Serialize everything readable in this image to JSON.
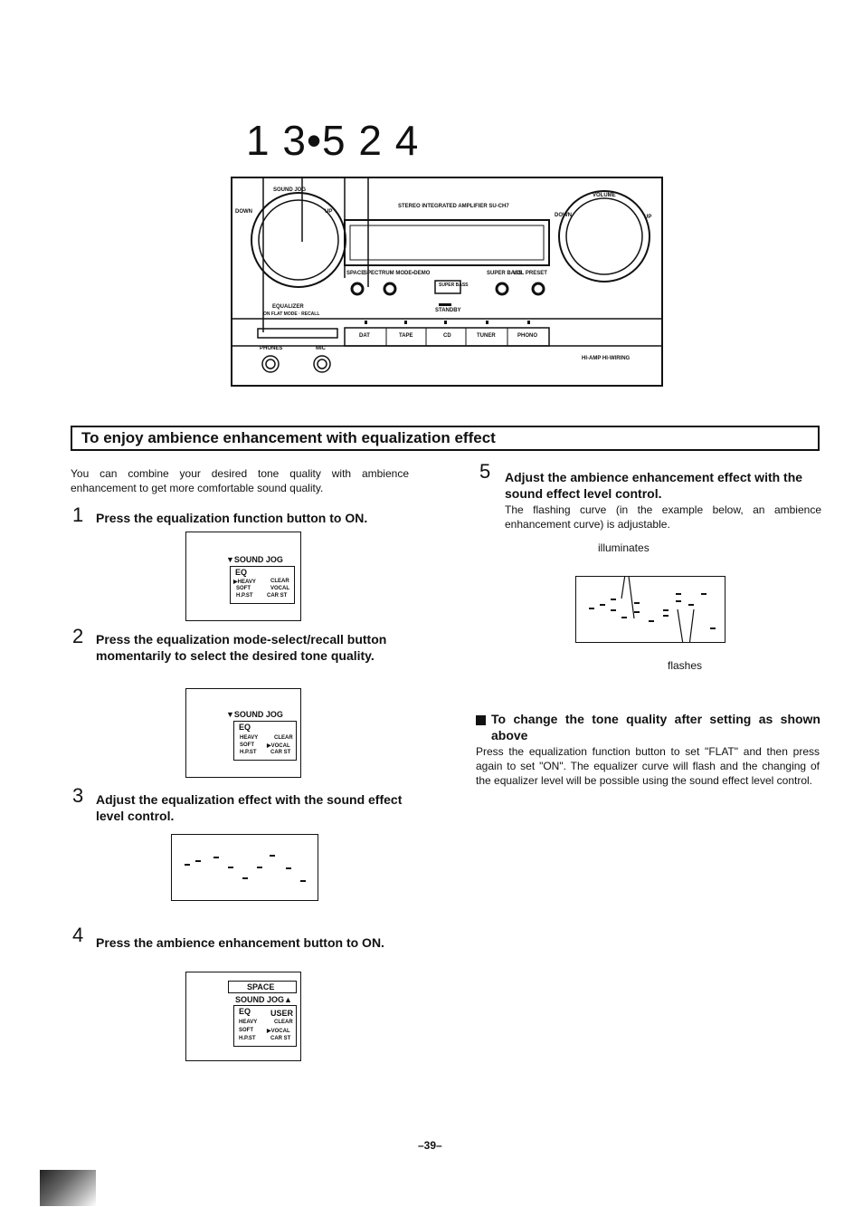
{
  "callout_numbers": "1 3•5 2 4",
  "device": {
    "sound_jog": "SOUND JOG",
    "down": "DOWN",
    "up": "UP",
    "model": "STEREO INTEGRATED AMPLIFIER SU-CH7",
    "volume": "VOLUME",
    "vol_down": "DOWN",
    "vol_up": "UP",
    "space": "SPACE",
    "spectrum": "SPECTRUM MODE•DEMO",
    "super_bass_btn": "SUPER BASS",
    "super_bass": "SUPER BASS",
    "vol_preset": "VOL PRESET",
    "standby": "STANDBY",
    "equalizer": "EQUALIZER",
    "eq_sub": "ON FLAT  MODE · RECALL",
    "phones": "PHONES",
    "mic": "MIC",
    "inputs": [
      "DAT",
      "TAPE",
      "CD",
      "TUNER",
      "PHONO"
    ],
    "brand": "HI-AMP HI-WIRING"
  },
  "section_title": "To enjoy ambience enhancement with equalization effect",
  "intro": "You can combine your desired tone quality with ambience enhancement to get more comfortable sound quality.",
  "steps": [
    {
      "num": "1",
      "text": "Press the equalization function button to ON."
    },
    {
      "num": "2",
      "text": "Press the equalization mode-select/recall button momentarily to select the desired tone quality."
    },
    {
      "num": "3",
      "text": "Adjust the equalization effect with the sound effect level control."
    },
    {
      "num": "4",
      "text": "Press the ambience enhancement button to ON."
    },
    {
      "num": "5",
      "text": "Adjust the ambience enhancement effect with the sound effect level control.",
      "note": "The flashing curve (in the example below, an ambience enhancement curve) is adjustable."
    }
  ],
  "display1": {
    "header": "▼SOUND JOG",
    "eq": "EQ",
    "r1a": "▶HEAVY",
    "r1b": "CLEAR",
    "r2a": "SOFT",
    "r2b": "VOCAL",
    "r3a": "H.P.ST",
    "r3b": "CAR ST"
  },
  "display2": {
    "header": "▼SOUND JOG",
    "eq": "EQ",
    "r1a": "HEAVY",
    "r1b": "CLEAR",
    "r2a": "SOFT",
    "r2b": "▶VOCAL",
    "r3a": "H.P.ST",
    "r3b": "CAR ST"
  },
  "display4": {
    "space": "SPACE",
    "header": "SOUND JOG▲",
    "eq": "EQ",
    "user": "USER",
    "r1a": "HEAVY",
    "r1b": "CLEAR",
    "r2a": "SOFT",
    "r2b": "▶VOCAL",
    "r3a": "H.P.ST",
    "r3b": "CAR ST"
  },
  "illuminates": "illuminates",
  "flashes": "flashes",
  "tone_change": {
    "heading": "To change the tone quality after setting as shown above",
    "text": "Press the equalization function button to set \"FLAT\" and then press again to set \"ON\". The equalizer curve will flash and the changing of the equalizer level will be possible using the sound effect level control."
  },
  "page_number": "–39–"
}
